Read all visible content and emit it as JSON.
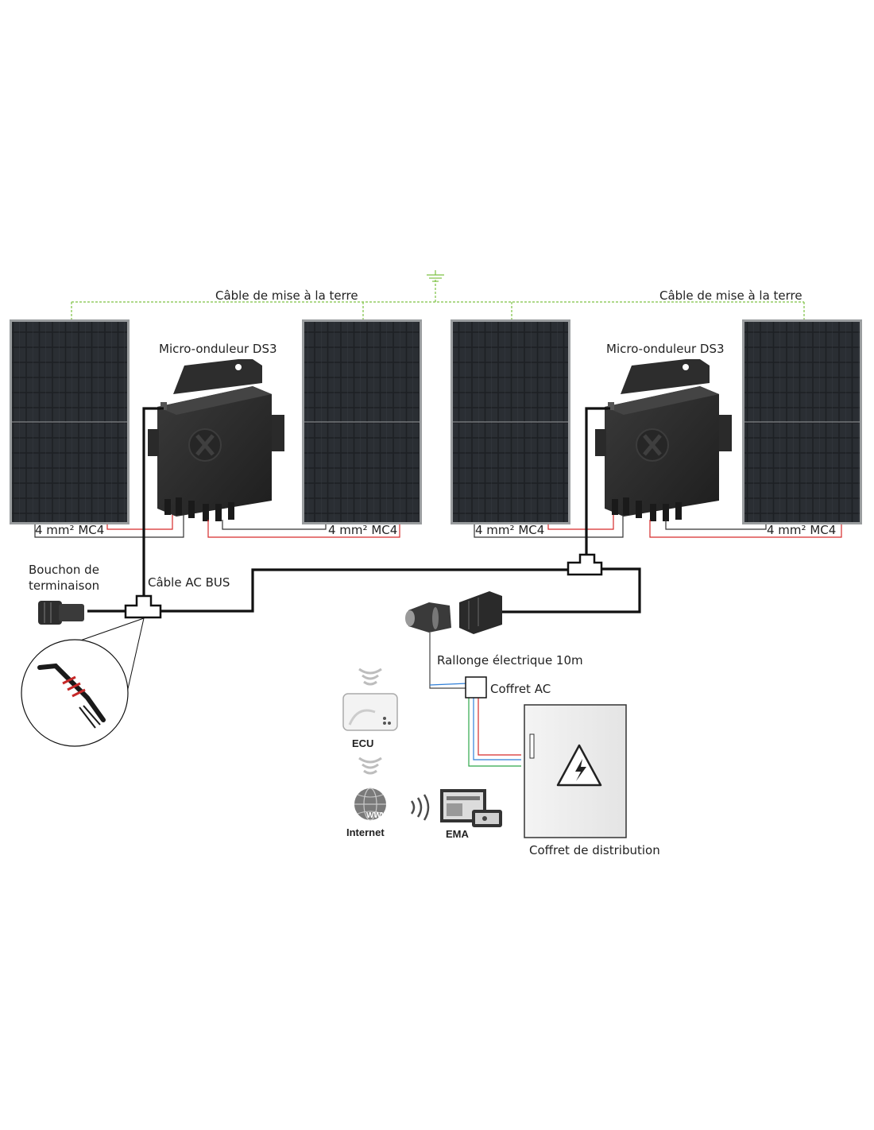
{
  "labels": {
    "ground_cable_left": "Câble de mise à la terre",
    "ground_cable_right": "Câble de mise à la terre",
    "microinverter_left": "Micro-onduleur DS3",
    "microinverter_right": "Micro-onduleur DS3",
    "mc4_1": "4 mm² MC4",
    "mc4_2": "4 mm² MC4",
    "mc4_3": "4 mm² MC4",
    "mc4_4": "4 mm² MC4",
    "end_cap_line1": "Bouchon de",
    "end_cap_line2": "terminaison",
    "ac_bus": "Câble AC BUS",
    "extension": "Rallonge électrique 10m",
    "ac_box": "Coffret AC",
    "ecu": "ECU",
    "internet": "Internet",
    "ema": "EMA",
    "distribution_box": "Coffret de distribution",
    "www": "WWW"
  },
  "colors": {
    "ground_wire": "#7dc243",
    "dc_positive": "#d62b2b",
    "dc_negative": "#333333",
    "ac_bus": "#111111",
    "neutral_wire": "#2f7fd8",
    "earth_wire": "#2fa84a",
    "panel_cell": "#1d2024",
    "panel_frame": "#9a9d9f",
    "inverter_body": "#2b2b2b"
  }
}
